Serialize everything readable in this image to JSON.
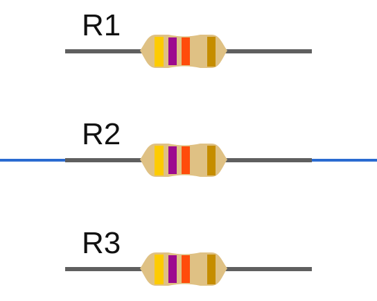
{
  "colors": {
    "background": "#ffffff",
    "lead": "#5f5f5f",
    "wire": "#2a6bd1",
    "body": "#dfc184",
    "label": "#111111"
  },
  "resistors": [
    {
      "label": "R1",
      "connected_to_wire": false,
      "bands": [
        {
          "name": "yellow",
          "color": "#fdcb00"
        },
        {
          "name": "violet",
          "color": "#9c0b8f"
        },
        {
          "name": "red",
          "color": "#ff4c0b"
        },
        {
          "name": "gold",
          "color": "#c58d00"
        }
      ]
    },
    {
      "label": "R2",
      "connected_to_wire": true,
      "bands": [
        {
          "name": "yellow",
          "color": "#fdcb00"
        },
        {
          "name": "violet",
          "color": "#9c0b8f"
        },
        {
          "name": "red",
          "color": "#ff4c0b"
        },
        {
          "name": "gold",
          "color": "#c58d00"
        }
      ]
    },
    {
      "label": "R3",
      "connected_to_wire": false,
      "bands": [
        {
          "name": "yellow",
          "color": "#fdcb00"
        },
        {
          "name": "violet",
          "color": "#9c0b8f"
        },
        {
          "name": "red",
          "color": "#ff4c0b"
        },
        {
          "name": "gold",
          "color": "#c58d00"
        }
      ]
    }
  ]
}
